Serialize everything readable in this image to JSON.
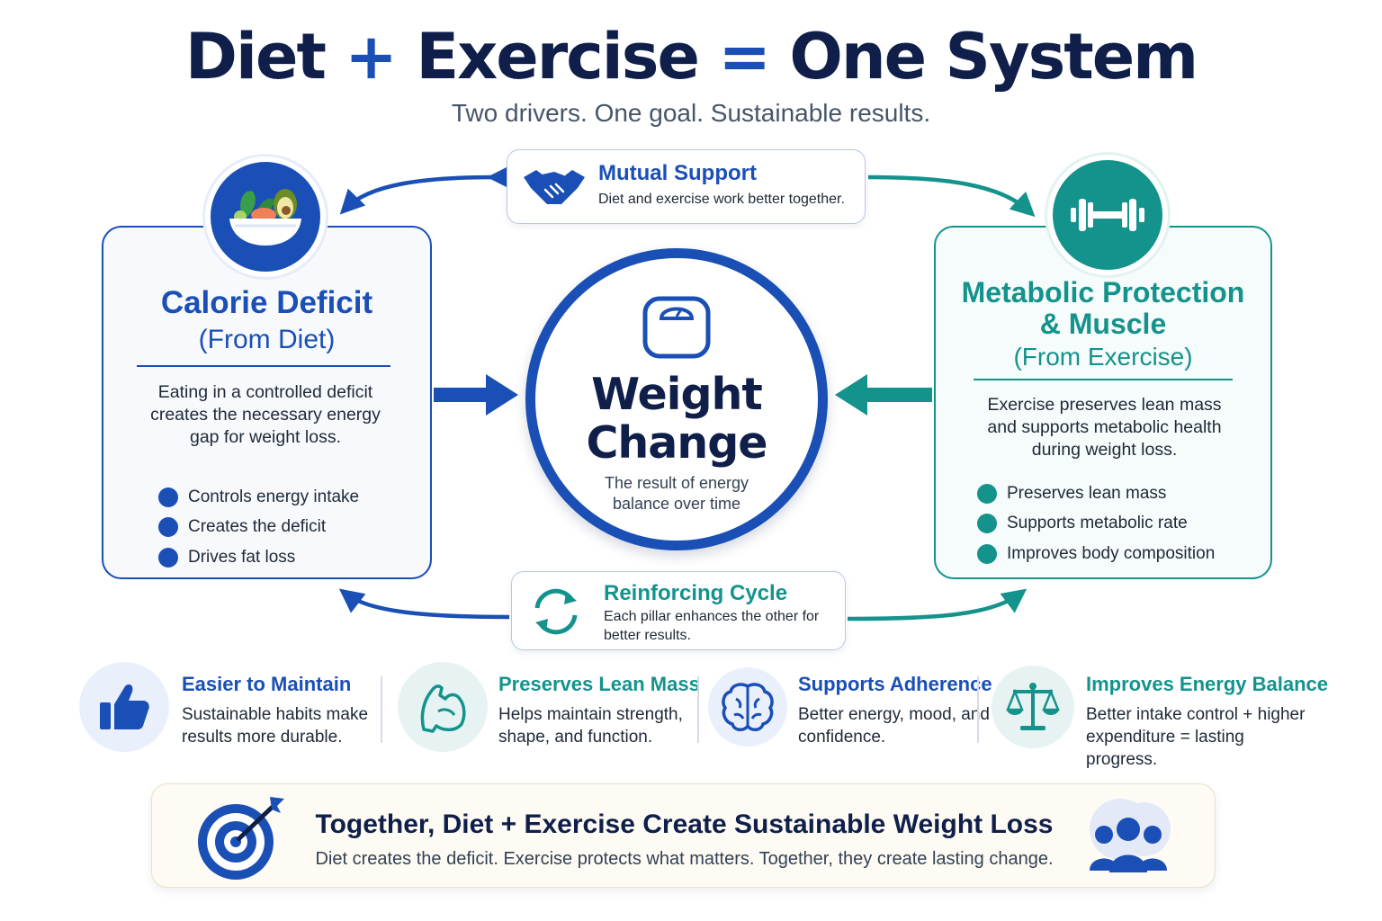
{
  "header": {
    "title_part1": "Diet",
    "title_op1": "+",
    "title_part2": "Exercise",
    "title_op2": "=",
    "title_part3": "One System",
    "subtitle": "Two drivers. One goal. Sustainable results."
  },
  "left_pillar": {
    "title": "Calorie Deficit",
    "subtitle": "(From Diet)",
    "description": "Eating in a controlled deficit creates the necessary energy gap for weight loss.",
    "checks": [
      "Controls energy intake",
      "Creates the deficit",
      "Drives fat loss"
    ],
    "icon": "salad-bowl-icon"
  },
  "right_pillar": {
    "title_line1": "Metabolic Protection",
    "title_line2": "& Muscle",
    "subtitle": "(From Exercise)",
    "description": "Exercise preserves lean mass and supports metabolic health during weight loss.",
    "checks": [
      "Preserves lean mass",
      "Supports metabolic rate",
      "Improves body composition"
    ],
    "icon": "dumbbell-icon"
  },
  "center": {
    "title_line1": "Weight",
    "title_line2": "Change",
    "description": "The result of energy balance over time",
    "icon": "bathroom-scale-icon"
  },
  "mutual_support": {
    "title": "Mutual Support",
    "text": "Diet and exercise work better together.",
    "icon": "handshake-icon"
  },
  "reinforcing_cycle": {
    "title": "Reinforcing Cycle",
    "text": "Each pillar enhances the other for better results.",
    "icon": "refresh-cycle-icon"
  },
  "benefits": [
    {
      "title": "Easier to Maintain",
      "text": "Sustainable habits make results more durable.",
      "icon": "thumbs-up-icon"
    },
    {
      "title": "Preserves Lean Mass",
      "text": "Helps maintain strength, shape, and function.",
      "icon": "flexed-arm-icon"
    },
    {
      "title": "Supports Adherence",
      "text": "Better energy, mood, and confidence.",
      "icon": "brain-icon"
    },
    {
      "title": "Improves Energy Balance",
      "text": "Better intake control + higher expenditure = lasting progress.",
      "icon": "balance-scale-icon"
    }
  ],
  "footer": {
    "title": "Together, Diet + Exercise Create Sustainable Weight Loss",
    "text": "Diet creates the deficit. Exercise protects what matters. Together, they create lasting change.",
    "icon_left": "target-arrow-icon",
    "icon_right": "people-group-icon"
  },
  "colors": {
    "navy": "#0f1f4a",
    "blue": "#1a4fb6",
    "teal": "#14938c"
  }
}
